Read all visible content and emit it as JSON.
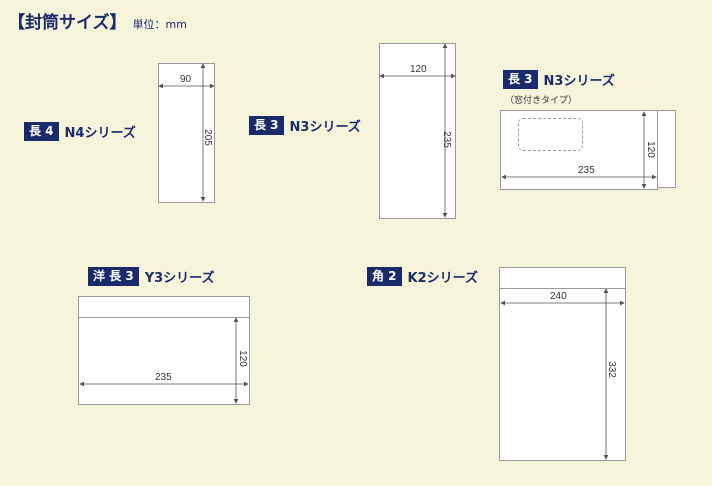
{
  "header": {
    "title": "【封筒サイズ】",
    "unit": "単位：mm"
  },
  "envelopes": {
    "naga4": {
      "badge": "長 4",
      "name": "N4シリーズ",
      "width": "90",
      "height": "205"
    },
    "naga3": {
      "badge": "長 3",
      "name": "N3シリーズ",
      "width": "120",
      "height": "235"
    },
    "naga3w": {
      "badge": "長 3",
      "name": "N3シリーズ",
      "note": "（窓付きタイプ）",
      "width": "235",
      "height": "120"
    },
    "younaga3": {
      "badge": "洋 長 3",
      "name": "Y3シリーズ",
      "width": "235",
      "height": "120"
    },
    "kaku2": {
      "badge": "角 2",
      "name": "K2シリーズ",
      "width": "240",
      "height": "332"
    }
  }
}
